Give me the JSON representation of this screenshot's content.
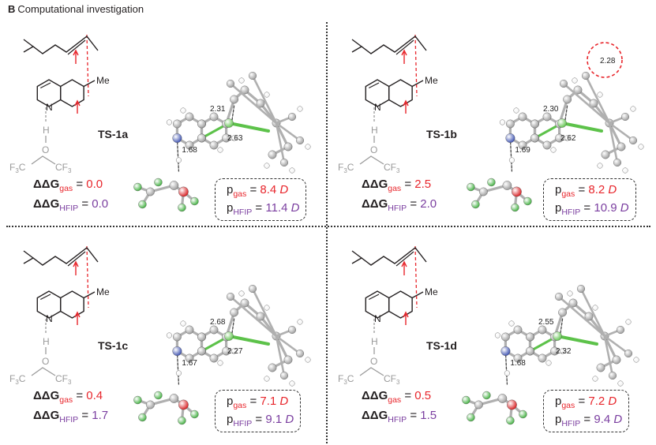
{
  "header": {
    "letter": "B",
    "title": "Computational investigation"
  },
  "panels": [
    {
      "id": "ts-1a",
      "ts_label": "TS-1a",
      "dG_gas": "0.0",
      "dG_hfip": "0.0",
      "p_gas": "8.4",
      "p_hfip": "11.4",
      "distances": [
        "2.31",
        "2.63",
        "1.68"
      ],
      "me_label": "Me"
    },
    {
      "id": "ts-1b",
      "ts_label": "TS-1b",
      "dG_gas": "2.5",
      "dG_hfip": "2.0",
      "p_gas": "8.2",
      "p_hfip": "10.9",
      "distances": [
        "2.30",
        "2.62",
        "1.69",
        "2.28"
      ],
      "me_label": "Me"
    },
    {
      "id": "ts-1c",
      "ts_label": "TS-1c",
      "dG_gas": "0.4",
      "dG_hfip": "1.7",
      "p_gas": "7.1",
      "p_hfip": "9.1",
      "distances": [
        "2.68",
        "2.27",
        "1.67"
      ],
      "me_label": "Me"
    },
    {
      "id": "ts-1d",
      "ts_label": "TS-1d",
      "dG_gas": "0.5",
      "dG_hfip": "1.5",
      "p_gas": "7.2",
      "p_hfip": "9.4",
      "distances": [
        "2.55",
        "2.32",
        "1.68"
      ],
      "me_label": "Me"
    }
  ],
  "labels": {
    "ddG": "ΔΔG",
    "gas": "gas",
    "hfip": "HFIP",
    "p": "p",
    "unit": "D",
    "eq": " = ",
    "N": "N",
    "H": "H",
    "O": "O",
    "CF3": "CF",
    "three": "3",
    "F3C": "F",
    "F3C_tail": "C"
  },
  "colors": {
    "gas_red": "#e8262c",
    "hfip_purple": "#7b3fa0",
    "carbon": "#9a9a9a",
    "hydrogen": "#f2f2f2",
    "nitrogen": "#3a4fb0",
    "oxygen": "#d7191c",
    "fluorine": "#3cae3a",
    "metal_green": "#5dc24a"
  }
}
